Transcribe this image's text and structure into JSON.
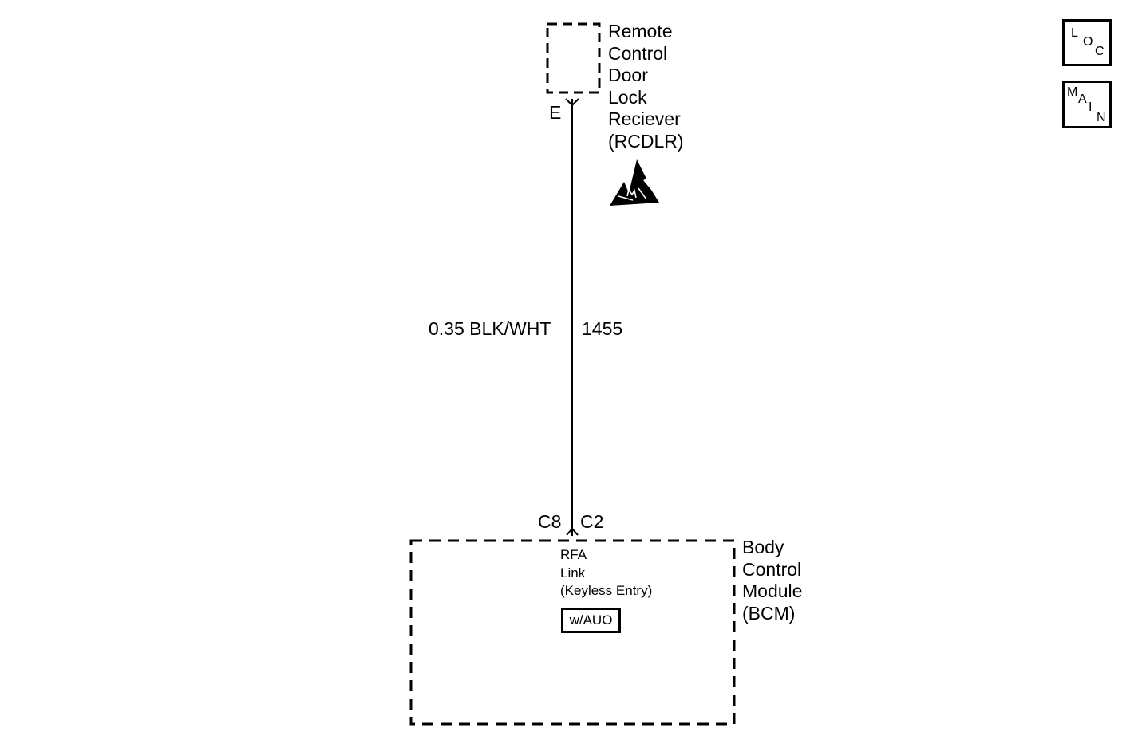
{
  "receiver": {
    "name_lines": [
      "Remote",
      "Control",
      "Door",
      "Lock",
      "Reciever",
      "(RCDLR)"
    ],
    "pin": "E"
  },
  "wire": {
    "gauge_color": "0.35 BLK/WHT",
    "circuit": "1455"
  },
  "bcm": {
    "connector": "C2",
    "pin": "C8",
    "name_lines": [
      "Body",
      "Control",
      "Module",
      "(BCM)"
    ],
    "function_lines": [
      "RFA",
      "Link",
      "(Keyless Entry)"
    ],
    "option": "w/AUO"
  },
  "nav": {
    "loc": [
      "L",
      "O",
      "C"
    ],
    "main": [
      "M",
      "A",
      "I",
      "N"
    ]
  },
  "icons": {
    "esd": "esd-warning-icon"
  }
}
